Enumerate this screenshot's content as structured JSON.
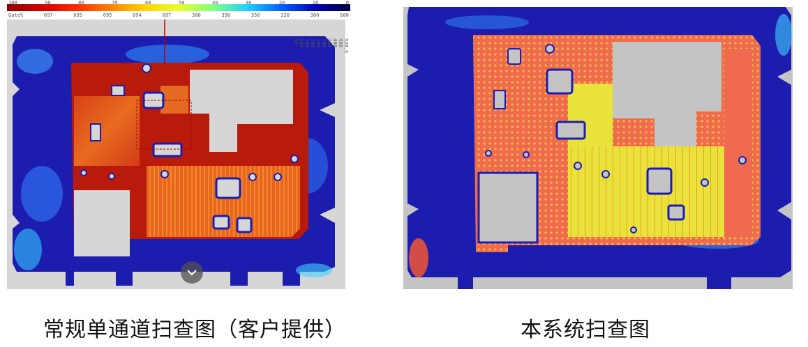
{
  "captions": {
    "left": "常规单通道扫查图（客户提供）",
    "right": "本系统扫查图"
  },
  "left_scan": {
    "colorbar_top_ticks": [
      "100",
      "90",
      "80",
      "70",
      "60",
      "50",
      "40",
      "30",
      "20",
      "10",
      "0"
    ],
    "colorbar_bottom_ticks": [
      "Gate%",
      "097",
      "095",
      "095",
      "094",
      "097",
      "380",
      "390",
      "350",
      "320",
      "300",
      "600"
    ],
    "right_axis_ticks": [
      "520.5",
      "450",
      "400",
      "350",
      "300",
      "250",
      "200",
      "150",
      "100",
      "50"
    ]
  },
  "controls": {
    "scroll_icon": "chevron-down-icon"
  },
  "colors": {
    "deep_blue": "#1c1cae",
    "blue": "#2f6ff0",
    "red": "#c81d0f",
    "orange": "#f06a1e",
    "salmon": "#f06a4f",
    "yellow": "#e8e23a",
    "background_gray": "#c4c4c4"
  }
}
